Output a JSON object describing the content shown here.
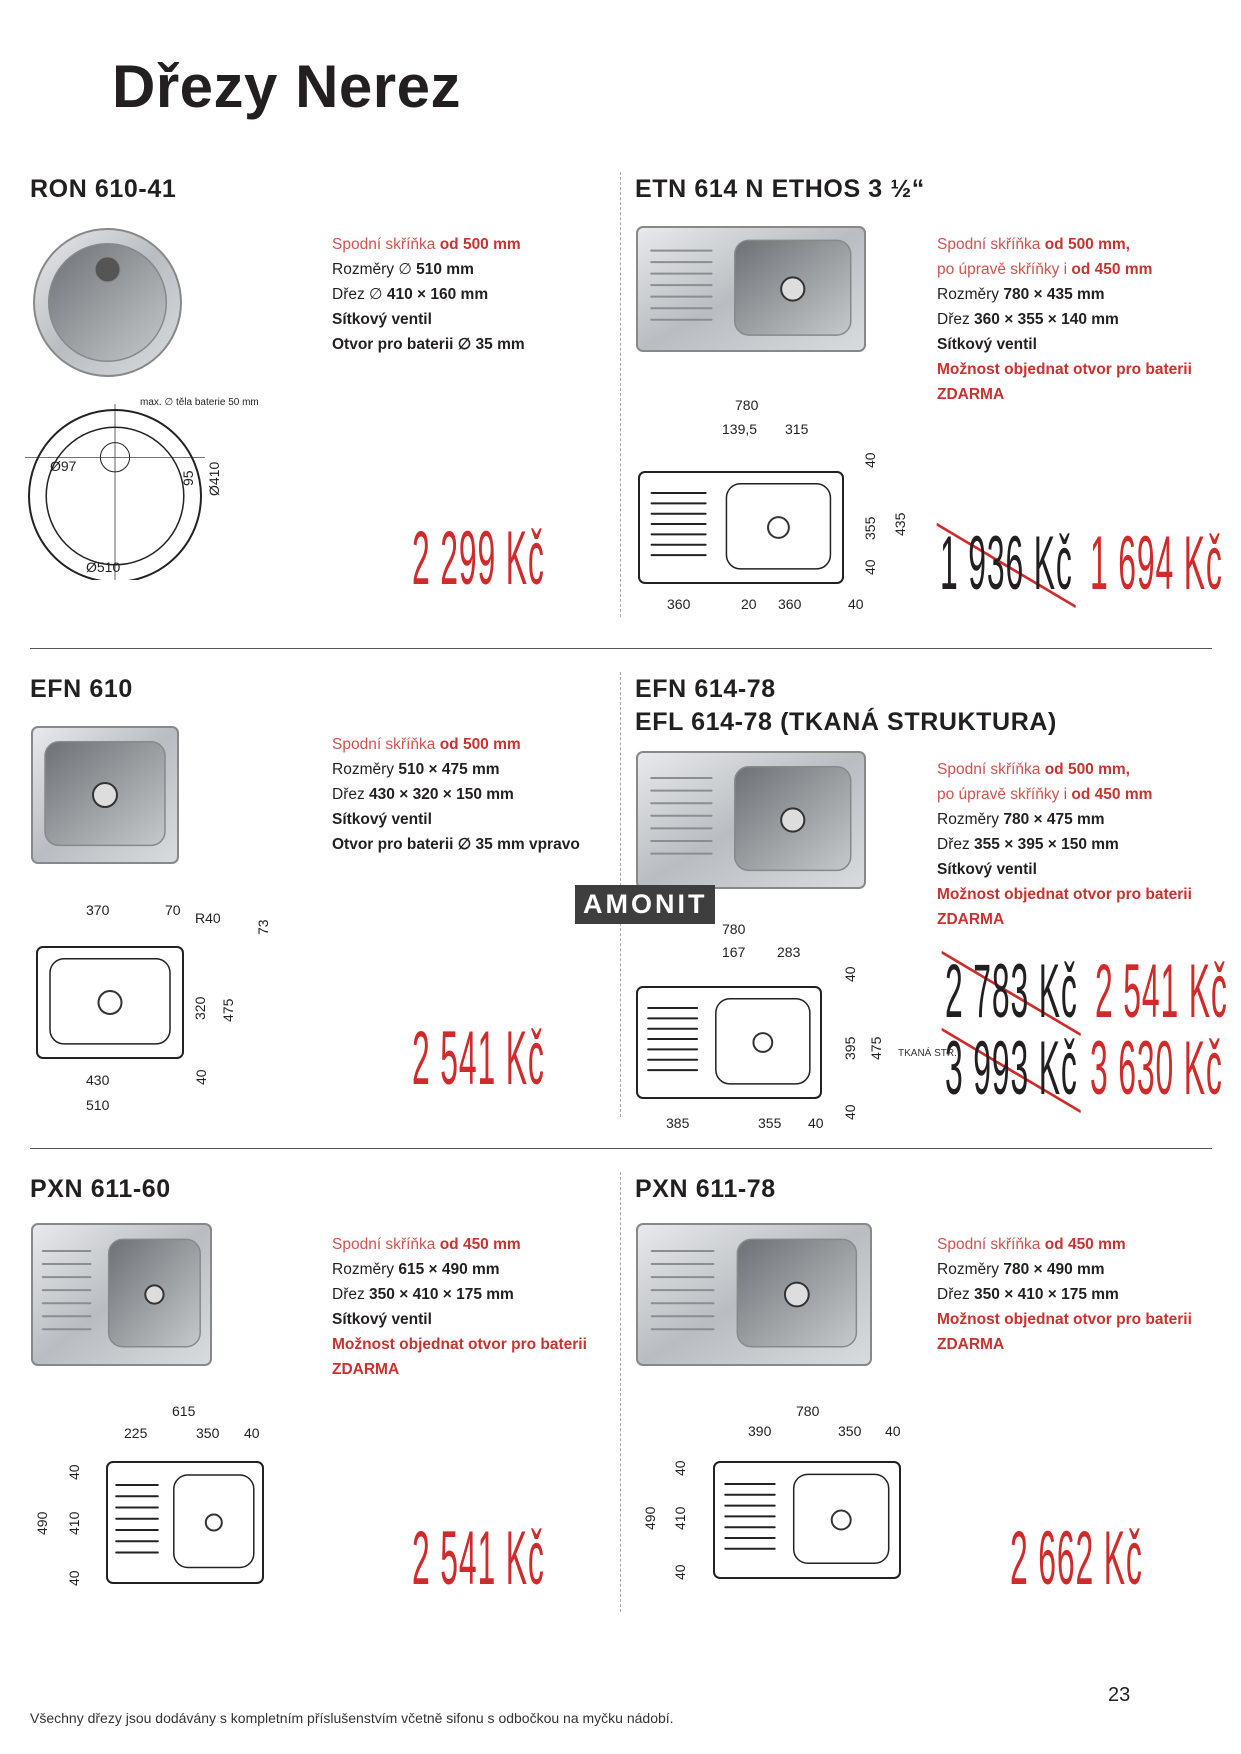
{
  "page_title": "Dřezy Nerez",
  "watermark": "AMONIT",
  "footer": "Všechny dřezy jsou dodávány s kompletním příslušenstvím včetně sifonu s odbočkou na myčku nádobí.",
  "page_number": "23",
  "products": [
    {
      "titles": [
        "RON 610-41"
      ],
      "specs": [
        [
          {
            "t": "Spodní skříňka ",
            "s": "rl"
          },
          {
            "t": "od 500 mm",
            "s": "r b"
          }
        ],
        [
          {
            "t": "Rozměry ∅ ",
            "s": ""
          },
          {
            "t": "510 mm",
            "s": "b"
          }
        ],
        [
          {
            "t": "Dřez ∅ ",
            "s": ""
          },
          {
            "t": "410 × 160 mm",
            "s": "b"
          }
        ],
        [
          {
            "t": "Sítkový ventil",
            "s": "b"
          }
        ],
        [
          {
            "t": "Otvor pro baterii ∅ 35 mm",
            "s": "b"
          }
        ]
      ],
      "dims": [
        "max. ∅ těla baterie 50 mm",
        "Ø97",
        "95",
        "Ø410",
        "Ø510"
      ],
      "prices": [
        {
          "old": null,
          "new": "2 299 Kč"
        }
      ]
    },
    {
      "titles": [
        "ETN 614 N ETHOS 3 ½“"
      ],
      "specs": [
        [
          {
            "t": "Spodní skříňka ",
            "s": "rl"
          },
          {
            "t": "od 500 mm,",
            "s": "r b"
          }
        ],
        [
          {
            "t": "po úpravě skříňky i ",
            "s": "rl"
          },
          {
            "t": "od 450 mm",
            "s": "r b"
          }
        ],
        [
          {
            "t": "Rozměry ",
            "s": ""
          },
          {
            "t": "780 × 435 mm",
            "s": "b"
          }
        ],
        [
          {
            "t": "Dřez ",
            "s": ""
          },
          {
            "t": "360 × 355 × 140 mm",
            "s": "b"
          }
        ],
        [
          {
            "t": "Sítkový ventil",
            "s": "b"
          }
        ],
        [
          {
            "t": "Možnost objednat otvor pro baterii",
            "s": "r b"
          }
        ],
        [
          {
            "t": "ZDARMA",
            "s": "r b"
          }
        ]
      ],
      "dims": [
        "780",
        "139,5",
        "315",
        "40",
        "355",
        "435",
        "40",
        "360",
        "20",
        "360",
        "40"
      ],
      "prices": [
        {
          "old": "1 936 Kč",
          "new": "1 694 Kč"
        }
      ]
    },
    {
      "titles": [
        "EFN 610"
      ],
      "specs": [
        [
          {
            "t": "Spodní skříňka ",
            "s": "rl"
          },
          {
            "t": "od 500 mm",
            "s": "r b"
          }
        ],
        [
          {
            "t": "Rozměry ",
            "s": ""
          },
          {
            "t": "510 × 475 mm",
            "s": "b"
          }
        ],
        [
          {
            "t": "Dřez ",
            "s": ""
          },
          {
            "t": "430 × 320 × 150 mm",
            "s": "b"
          }
        ],
        [
          {
            "t": "Sítkový ventil",
            "s": "b"
          }
        ],
        [
          {
            "t": "Otvor pro baterii ∅ 35 mm vpravo",
            "s": "b"
          }
        ]
      ],
      "dims": [
        "370",
        "70",
        "R40",
        "73",
        "320",
        "475",
        "430",
        "40",
        "510"
      ],
      "prices": [
        {
          "old": null,
          "new": "2 541 Kč"
        }
      ]
    },
    {
      "titles": [
        "EFN 614-78",
        "EFL 614-78 (TKANÁ STRUKTURA)"
      ],
      "specs": [
        [
          {
            "t": "Spodní skříňka ",
            "s": "rl"
          },
          {
            "t": "od 500 mm,",
            "s": "r b"
          }
        ],
        [
          {
            "t": "po úpravě skříňky i ",
            "s": "rl"
          },
          {
            "t": "od 450 mm",
            "s": "r b"
          }
        ],
        [
          {
            "t": "Rozměry ",
            "s": ""
          },
          {
            "t": "780 × 475 mm",
            "s": "b"
          }
        ],
        [
          {
            "t": "Dřez ",
            "s": ""
          },
          {
            "t": "355 × 395 × 150 mm",
            "s": "b"
          }
        ],
        [
          {
            "t": "Sítkový ventil",
            "s": "b"
          }
        ],
        [
          {
            "t": "Možnost objednat otvor pro baterii",
            "s": "r b"
          }
        ],
        [
          {
            "t": "ZDARMA",
            "s": "r b"
          }
        ]
      ],
      "dims": [
        "780",
        "167",
        "283",
        "40",
        "395",
        "475",
        "40",
        "385",
        "355",
        "40"
      ],
      "variant_label": "TKANÁ STR.",
      "prices": [
        {
          "old": "2 783 Kč",
          "new": "2 541 Kč"
        },
        {
          "old": "3 993 Kč",
          "new": "3 630 Kč"
        }
      ]
    },
    {
      "titles": [
        "PXN 611-60"
      ],
      "specs": [
        [
          {
            "t": "Spodní skříňka ",
            "s": "rl"
          },
          {
            "t": "od 450 mm",
            "s": "r b"
          }
        ],
        [
          {
            "t": "Rozměry ",
            "s": ""
          },
          {
            "t": "615 × 490 mm",
            "s": "b"
          }
        ],
        [
          {
            "t": "Dřez ",
            "s": ""
          },
          {
            "t": "350 × 410 × 175 mm",
            "s": "b"
          }
        ],
        [
          {
            "t": "Sítkový ventil",
            "s": "b"
          }
        ],
        [
          {
            "t": "Možnost objednat otvor pro baterii",
            "s": "r b"
          }
        ],
        [
          {
            "t": "ZDARMA",
            "s": "r b"
          }
        ]
      ],
      "dims": [
        "615",
        "225",
        "350",
        "40",
        "40",
        "490",
        "410",
        "40"
      ],
      "prices": [
        {
          "old": null,
          "new": "2 541 Kč"
        }
      ]
    },
    {
      "titles": [
        "PXN 611-78"
      ],
      "specs": [
        [
          {
            "t": "Spodní skříňka ",
            "s": "rl"
          },
          {
            "t": "od 450 mm",
            "s": "r b"
          }
        ],
        [
          {
            "t": "Rozměry ",
            "s": ""
          },
          {
            "t": "780 × 490 mm",
            "s": "b"
          }
        ],
        [
          {
            "t": "Dřez ",
            "s": ""
          },
          {
            "t": "350 × 410 × 175 mm",
            "s": "b"
          }
        ],
        [
          {
            "t": "Možnost objednat otvor pro baterii",
            "s": "r b"
          }
        ],
        [
          {
            "t": "ZDARMA",
            "s": "r b"
          }
        ]
      ],
      "dims": [
        "780",
        "390",
        "350",
        "40",
        "40",
        "490",
        "410",
        "40"
      ],
      "prices": [
        {
          "old": null,
          "new": "2 662 Kč"
        }
      ]
    }
  ]
}
